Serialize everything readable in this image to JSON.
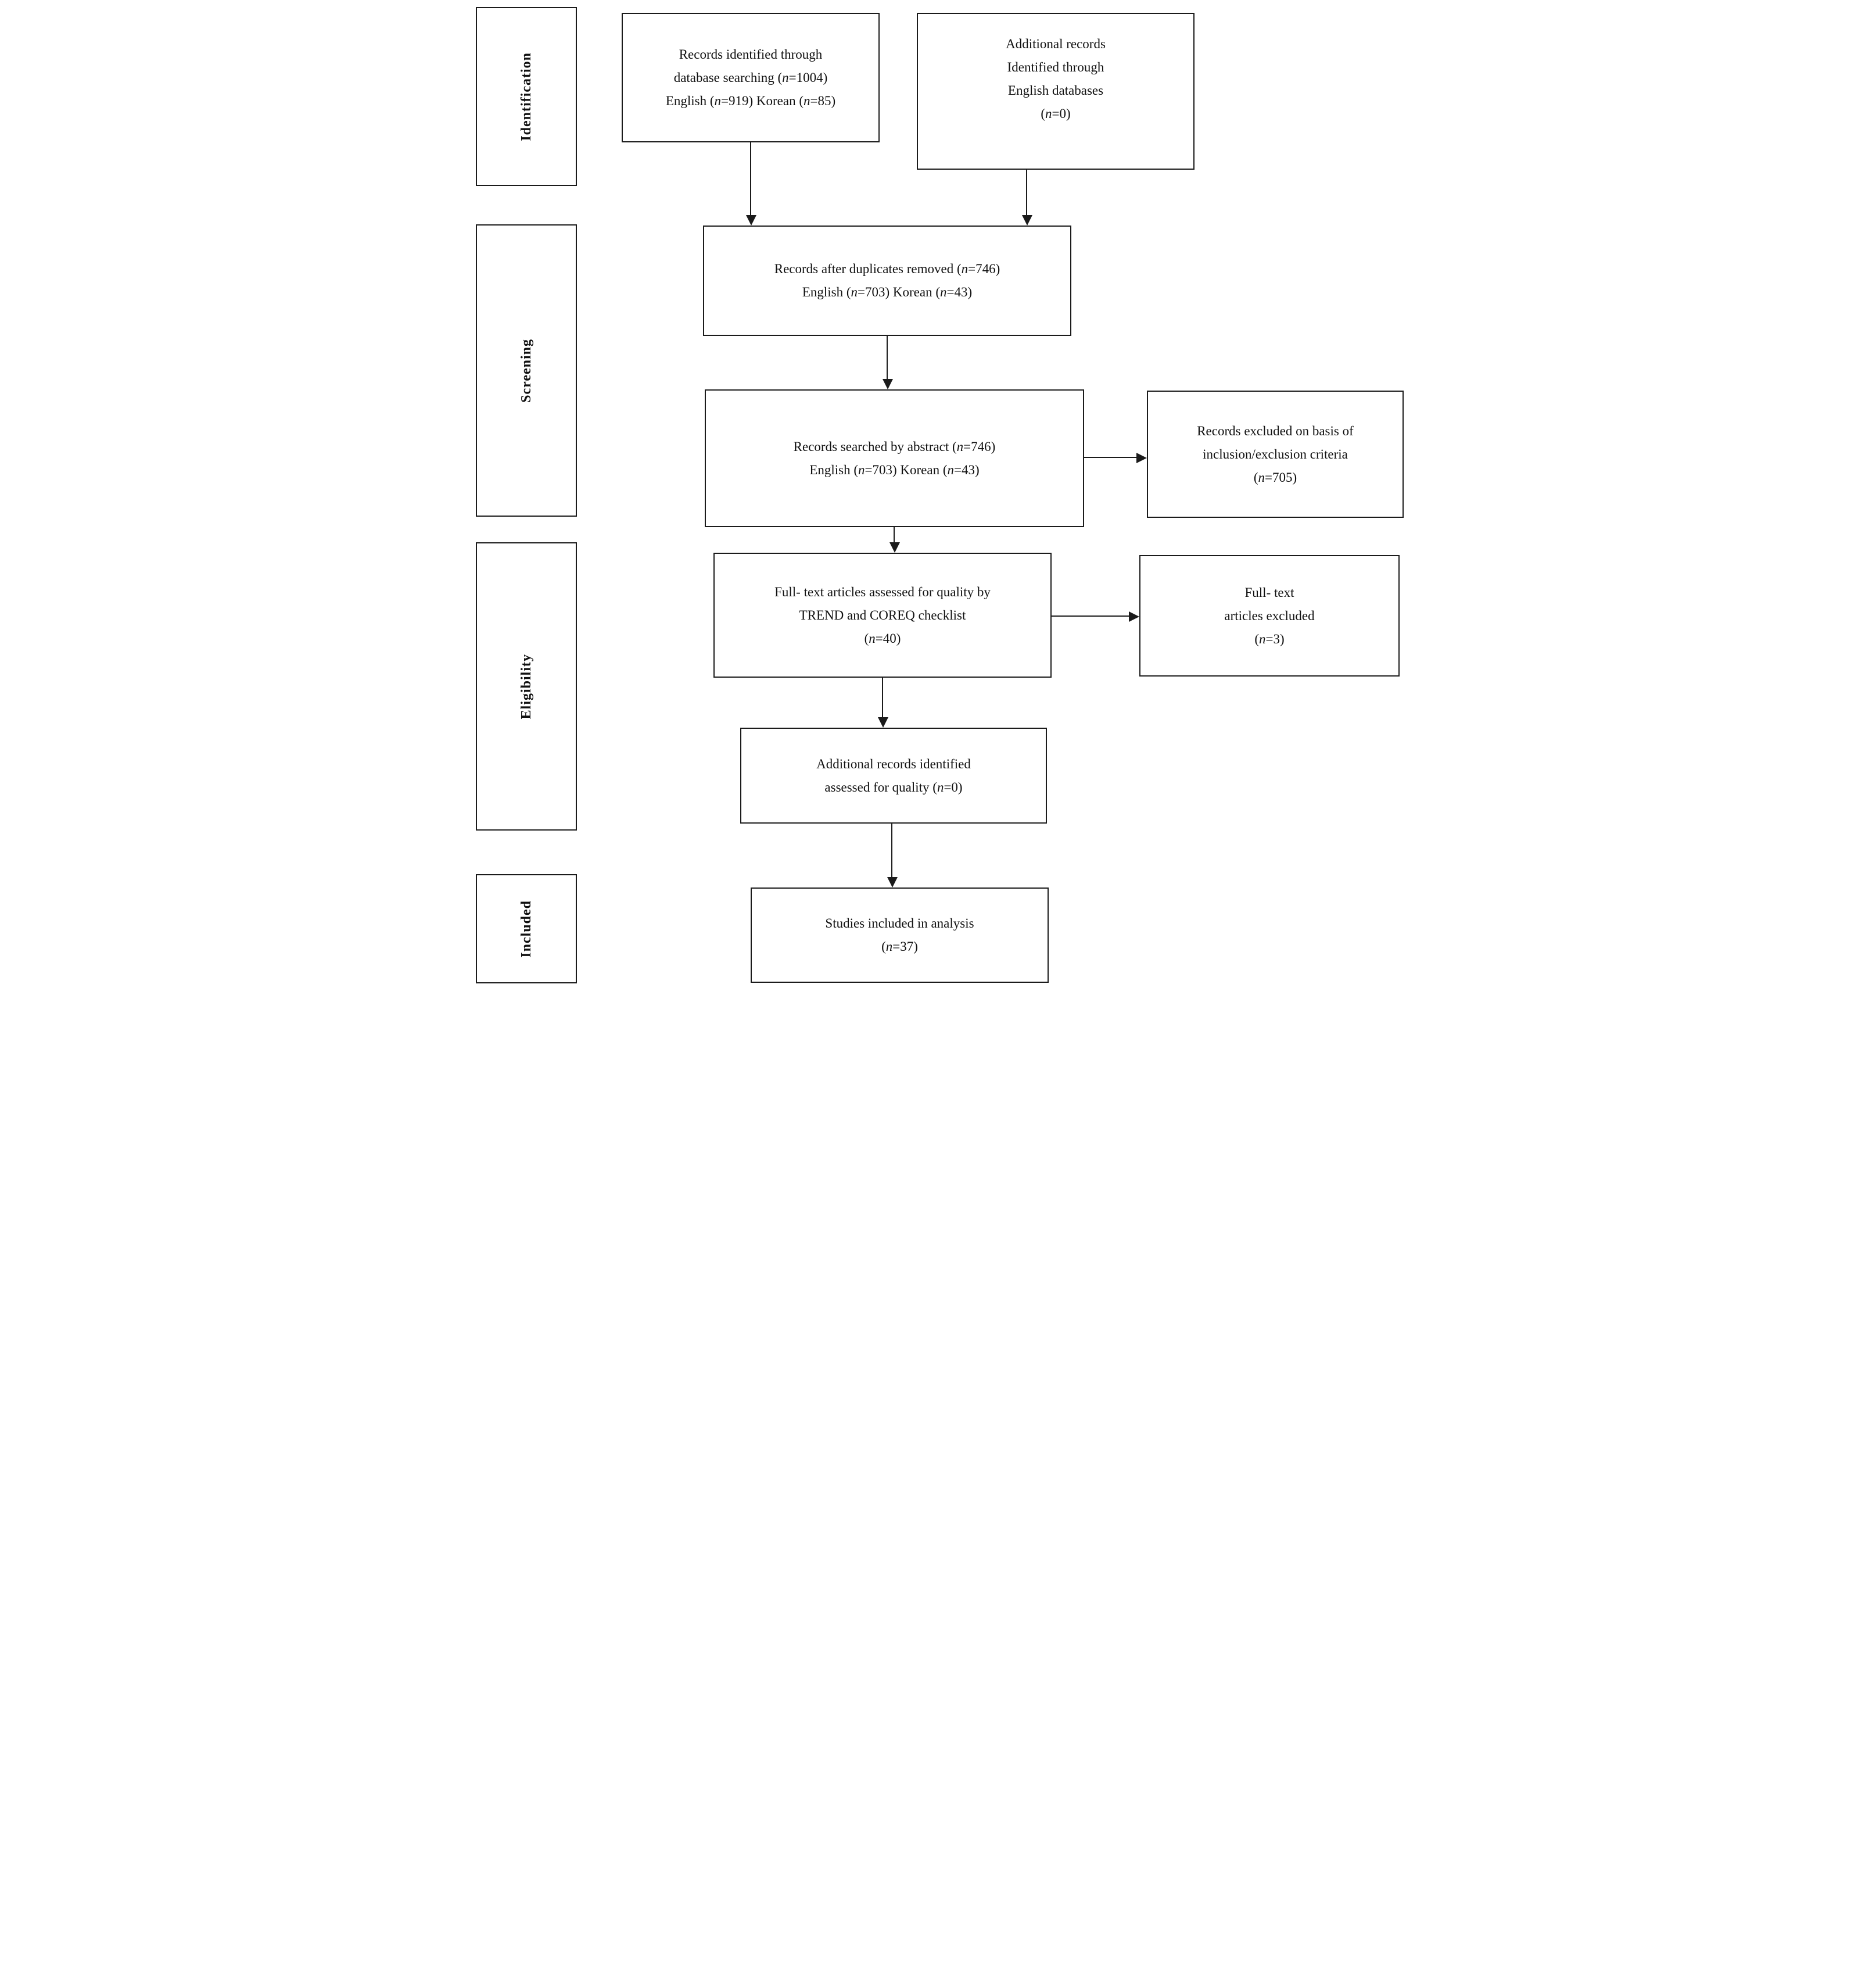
{
  "stages": [
    {
      "label": "Identification"
    },
    {
      "label": "Screening"
    },
    {
      "label": "Eligibility"
    },
    {
      "label": "Included"
    }
  ],
  "boxes": {
    "records_identified": {
      "lines": [
        "Records identified through",
        "database searching (n=1004)",
        "English (n=919) Korean (n=85)"
      ]
    },
    "additional_records": {
      "lines": [
        "Additional records",
        "Identified through",
        "English databases",
        "(n=0)"
      ]
    },
    "after_duplicates": {
      "lines": [
        "Records after duplicates removed (n=746)",
        "English (n=703) Korean (n=43)"
      ]
    },
    "searched_by_abstract": {
      "lines": [
        "Records searched by abstract (n=746)",
        "English (n=703) Korean (n=43)"
      ]
    },
    "records_excluded": {
      "lines": [
        "Records excluded on basis of",
        "inclusion/exclusion criteria",
        "(n=705)"
      ]
    },
    "fulltext_assessed": {
      "lines": [
        "Full- text articles assessed for quality by",
        "TREND and COREQ checklist",
        "(n=40)"
      ]
    },
    "fulltext_excluded": {
      "lines": [
        "Full- text",
        "articles excluded",
        "(n=3)"
      ]
    },
    "additional_assessed": {
      "lines": [
        "Additional records identified",
        "assessed for quality (n=0)"
      ]
    },
    "studies_included": {
      "lines": [
        "Studies included in analysis",
        "(n=37)"
      ]
    }
  },
  "colors": {
    "line": "#1b1b1b",
    "text": "#111111",
    "background": "#ffffff"
  }
}
